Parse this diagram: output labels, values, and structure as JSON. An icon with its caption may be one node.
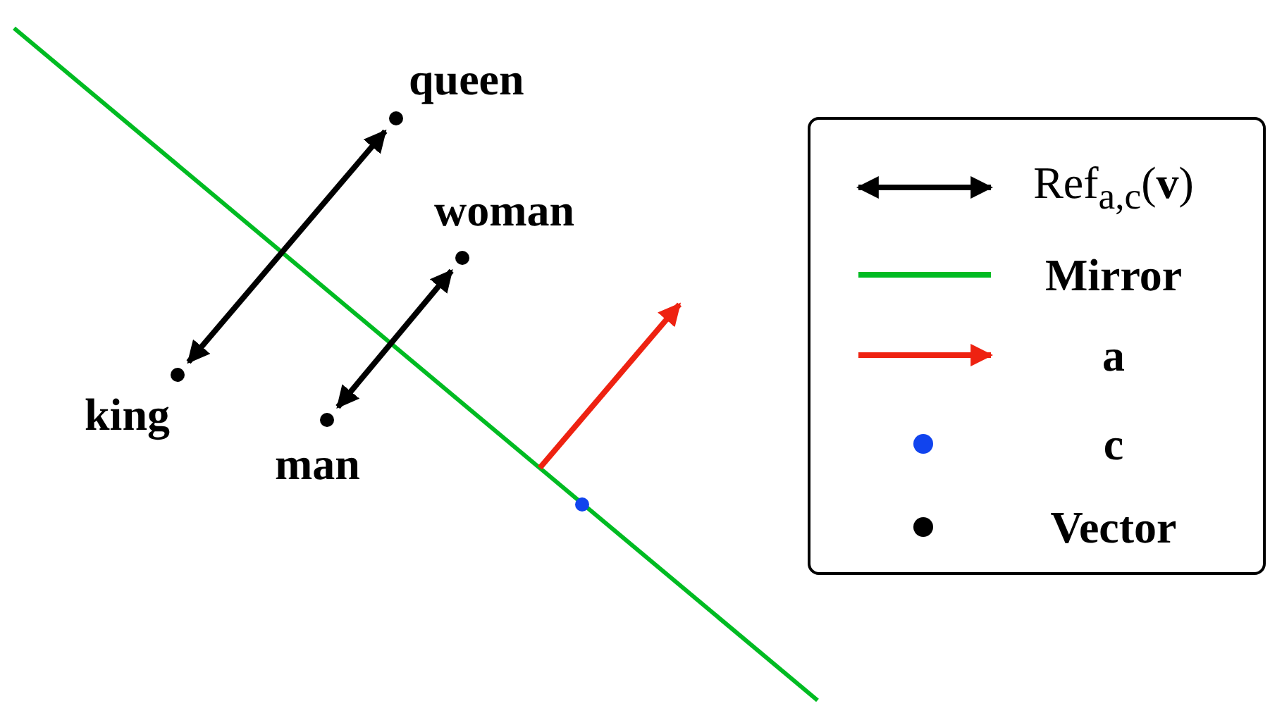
{
  "diagram": {
    "nodes": [
      {
        "text": [],
        "shape": "circle",
        "beside": [
          "queen"
        ]
      },
      {
        "text": [],
        "shape": "circle",
        "beside": [
          "woman"
        ]
      },
      {
        "text": [],
        "shape": "circle",
        "beside": [
          "king"
        ]
      },
      {
        "text": [],
        "shape": "circle",
        "beside": [
          "man"
        ]
      }
    ],
    "edges": [
      {
        "from": 2,
        "to": 0,
        "arrow": "both"
      },
      {
        "from": 3,
        "to": 1,
        "arrow": "both"
      }
    ],
    "legend": [
      {
        "text": "Ref$_{a,c}$(**v**)",
        "color": "#000000"
      },
      {
        "text": "Mirror",
        "color": "#00bb22"
      },
      {
        "text": "a",
        "color": "#ee2211"
      },
      {
        "text": "c",
        "color": "#1144ee"
      },
      {
        "text": "Vector",
        "color": "#000000"
      }
    ]
  }
}
